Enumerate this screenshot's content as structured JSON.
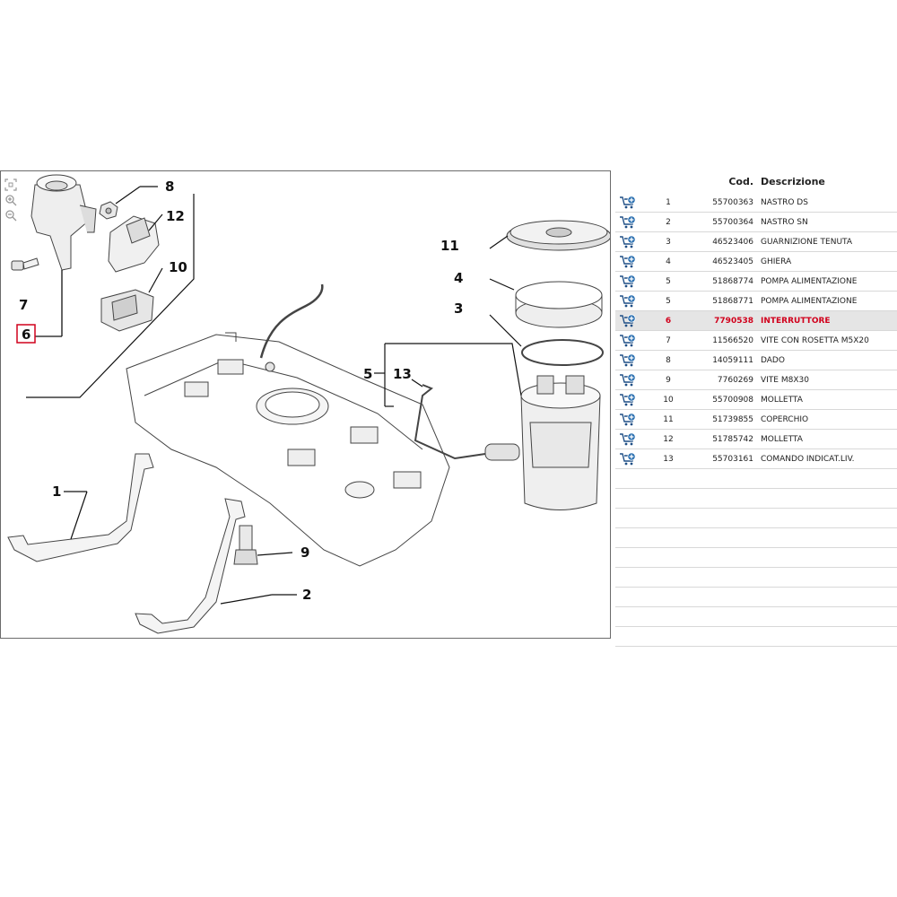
{
  "table": {
    "headers": {
      "code": "Cod.",
      "description": "Descrizione"
    },
    "selected_index": 6,
    "rows": [
      {
        "pos": "1",
        "code": "55700363",
        "desc": "NASTRO DS"
      },
      {
        "pos": "2",
        "code": "55700364",
        "desc": "NASTRO SN"
      },
      {
        "pos": "3",
        "code": "46523406",
        "desc": "GUARNIZIONE TENUTA"
      },
      {
        "pos": "4",
        "code": "46523405",
        "desc": "GHIERA"
      },
      {
        "pos": "5",
        "code": "51868774",
        "desc": "POMPA ALIMENTAZIONE"
      },
      {
        "pos": "5",
        "code": "51868771",
        "desc": "POMPA ALIMENTAZIONE"
      },
      {
        "pos": "6",
        "code": "7790538",
        "desc": "INTERRUTTORE"
      },
      {
        "pos": "7",
        "code": "11566520",
        "desc": "VITE CON ROSETTA M5X20"
      },
      {
        "pos": "8",
        "code": "14059111",
        "desc": "DADO"
      },
      {
        "pos": "9",
        "code": "7760269",
        "desc": "VITE M8X30"
      },
      {
        "pos": "10",
        "code": "55700908",
        "desc": "MOLLETTA"
      },
      {
        "pos": "11",
        "code": "51739855",
        "desc": "COPERCHIO"
      },
      {
        "pos": "12",
        "code": "51785742",
        "desc": "MOLLETTA"
      },
      {
        "pos": "13",
        "code": "55703161",
        "desc": "COMANDO INDICAT.LIV."
      }
    ]
  },
  "diagram": {
    "callouts": {
      "c1": "1",
      "c2": "2",
      "c3": "3",
      "c4": "4",
      "c5": "5",
      "c6": "6",
      "c7": "7",
      "c8": "8",
      "c9": "9",
      "c10": "10",
      "c11": "11",
      "c12": "12",
      "c13": "13"
    },
    "tools": [
      "fit-icon",
      "zoom-in-icon",
      "zoom-out-icon"
    ]
  },
  "colors": {
    "selected_text": "#d1001c",
    "cart_blue": "#2a6fb0",
    "highlight_box": "#d1001c"
  }
}
